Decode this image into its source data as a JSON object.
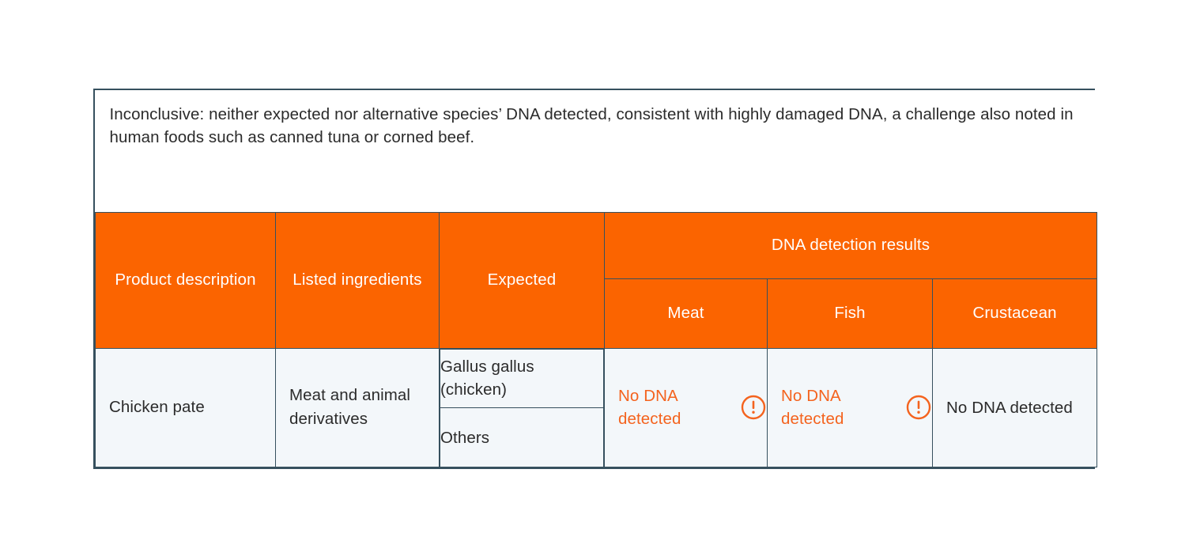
{
  "note": {
    "text": "Inconclusive: neither expected nor alternative species’ DNA detected, consistent with highly damaged DNA, a challenge also noted in human foods such as canned tuna or corned beef."
  },
  "colors": {
    "header_orange": "#fb6400",
    "border": "#36505e",
    "body_background": "#f3f7fa",
    "alert_text": "#f4631e",
    "body_text": "#2b2b2b",
    "header_text": "#ffffff"
  },
  "table": {
    "headers": {
      "product_description": "Product description",
      "listed_ingredients": "Listed ingredients",
      "expected": "Expected",
      "dna_detection_results": "DNA detection results",
      "meat": "Meat",
      "fish": "Fish",
      "crustacean": "Crustacean"
    },
    "rows": [
      {
        "product_description": "Chicken pate",
        "listed_ingredients": "Meat and animal derivatives",
        "expected": [
          "Gallus gallus (chicken)",
          "Others"
        ],
        "results": {
          "meat": {
            "text": "No DNA detected",
            "alert": true,
            "icon": "warning-exclamation-circle-icon"
          },
          "fish": {
            "text": "No DNA detected",
            "alert": true,
            "icon": "warning-exclamation-circle-icon"
          },
          "crustacean": {
            "text": "No DNA detected",
            "alert": false,
            "icon": ""
          }
        }
      }
    ]
  }
}
